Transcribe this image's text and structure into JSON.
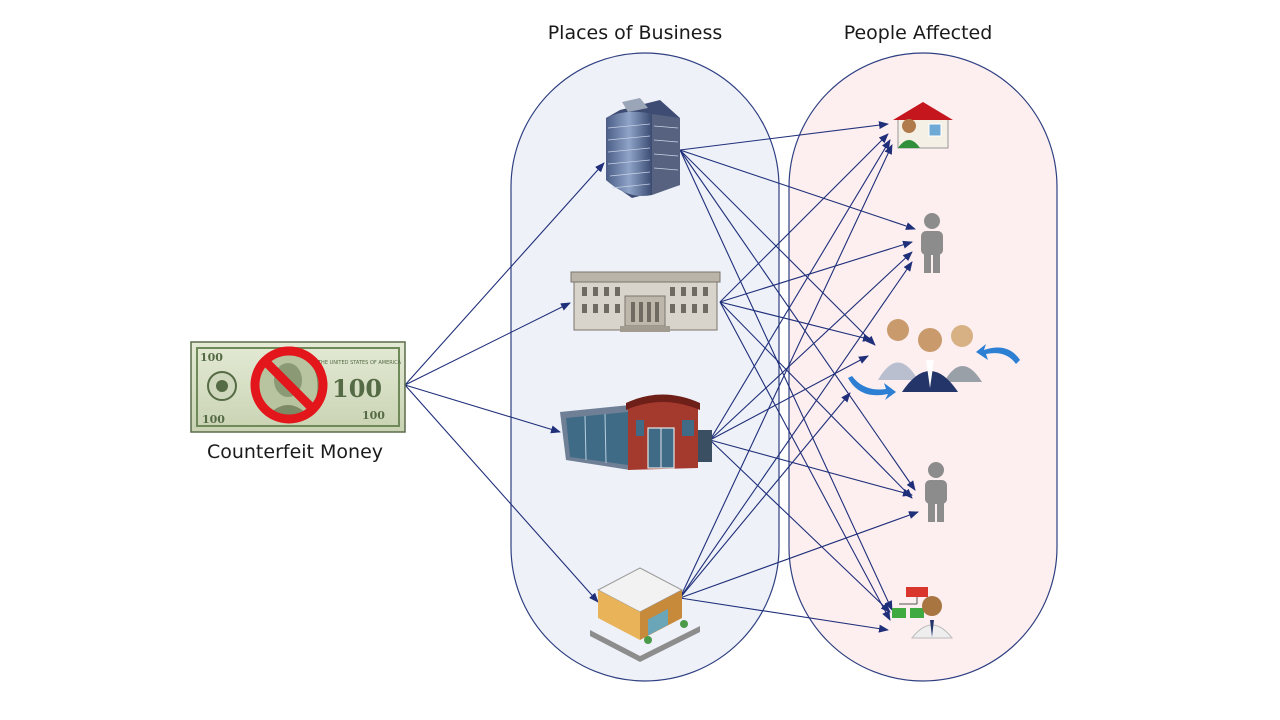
{
  "titles": {
    "places_of_business": "Places of Business",
    "people_affected": "People Affected"
  },
  "source": {
    "label": "Counterfeit Money",
    "icon": "counterfeit-money-icon",
    "bill_text": [
      "100",
      "THE UNITED STATES OF AMERICA"
    ]
  },
  "businesses": [
    {
      "icon": "office-tower-icon"
    },
    {
      "icon": "government-building-icon"
    },
    {
      "icon": "brick-storefront-icon"
    },
    {
      "icon": "small-shop-icon"
    }
  ],
  "people": [
    {
      "icon": "homeowner-icon"
    },
    {
      "icon": "person-icon"
    },
    {
      "icon": "group-of-people-icon"
    },
    {
      "icon": "person-icon"
    },
    {
      "icon": "manager-org-chart-icon"
    }
  ],
  "colors": {
    "arrow": "#1f2f7a",
    "business_group_fill": "#eef1f8",
    "people_group_fill": "#fdeced",
    "group_border": "#2e3f82",
    "prohibition": "#e3161b",
    "money_green": "#6e8a58"
  }
}
